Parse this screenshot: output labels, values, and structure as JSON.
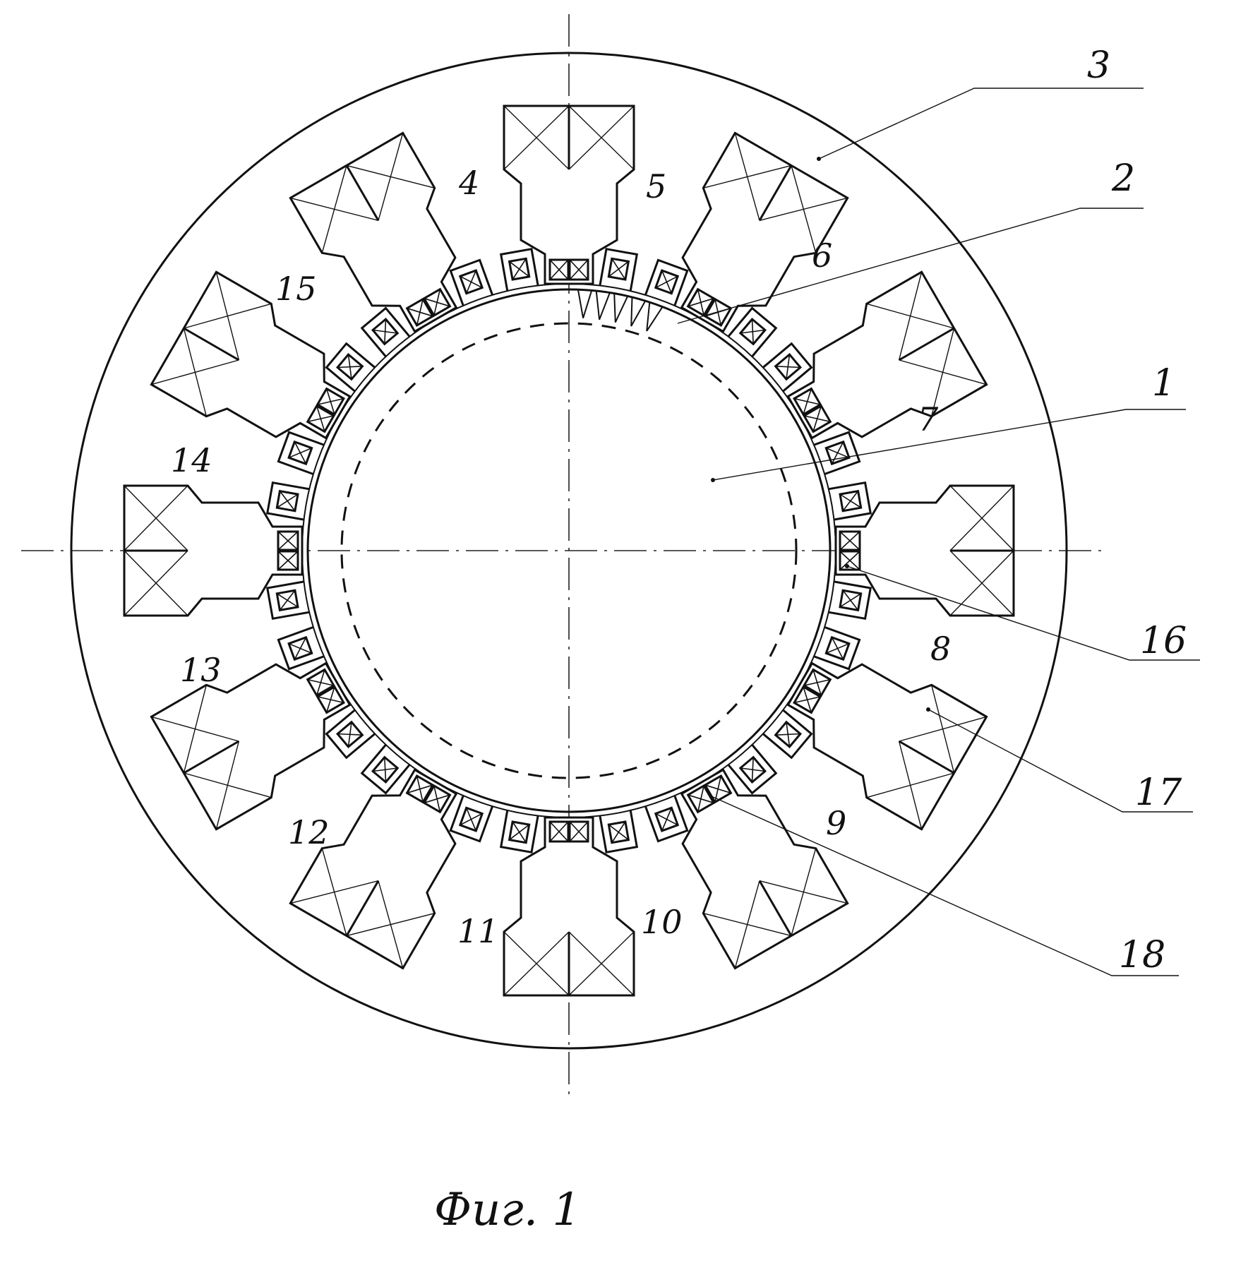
{
  "figure": {
    "caption": "Фиг. 1",
    "colors": {
      "ink": "#111111",
      "paper": "#ffffff"
    }
  },
  "stator": {
    "pole_count": 12,
    "pole_labels": [
      "4",
      "5",
      "6",
      "7",
      "8",
      "9",
      "10",
      "11",
      "12",
      "13",
      "14",
      "15"
    ]
  },
  "callouts": [
    "1",
    "2",
    "3",
    "16",
    "17",
    "18"
  ]
}
